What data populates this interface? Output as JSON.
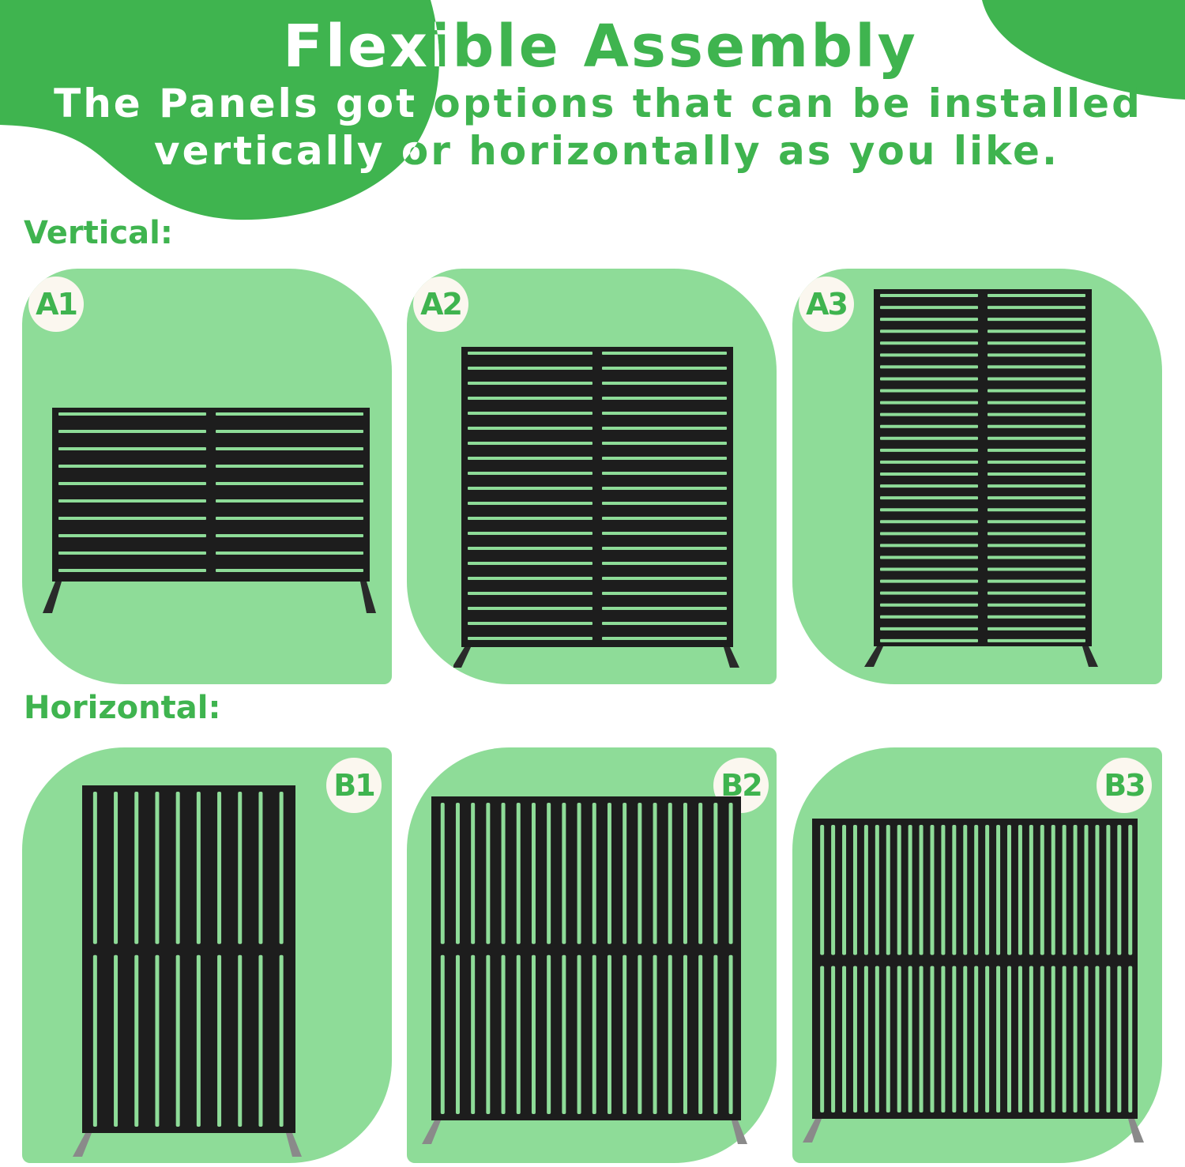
{
  "header": {
    "title_white": "Fle",
    "title_green": "xible Assembly",
    "title": "Flexible Assembly",
    "subtitle_line1_white": "The Panels got",
    "subtitle_line1_green": " options that can be installed",
    "subtitle_line2_white": "vertically",
    "subtitle_line2_green": " or horizontally as you like.",
    "subtitle": "The Panels got options that can be installed vertically or horizontally as you like."
  },
  "colors": {
    "brand_green": "#3fb44f",
    "card_green": "#8edc98",
    "panel_black": "#1d1d1d",
    "badge_bg": "#fbf7ef",
    "background": "#ffffff"
  },
  "sections": [
    {
      "label": "Vertical:",
      "orientation": "horizontal-slats",
      "options": [
        {
          "id": "A1",
          "badge": "A1",
          "slat_rows": 10,
          "stacked_panels": 1
        },
        {
          "id": "A2",
          "badge": "A2",
          "slat_rows": 20,
          "stacked_panels": 2
        },
        {
          "id": "A3",
          "badge": "A3",
          "slat_rows": 30,
          "stacked_panels": 3
        }
      ]
    },
    {
      "label": "Horizontal:",
      "orientation": "vertical-slats",
      "options": [
        {
          "id": "B1",
          "badge": "B1",
          "slat_cols": 10,
          "side_by_side_panels": 1
        },
        {
          "id": "B2",
          "badge": "B2",
          "slat_cols": 20,
          "side_by_side_panels": 2
        },
        {
          "id": "B3",
          "badge": "B3",
          "slat_cols": 29,
          "side_by_side_panels": 3
        }
      ]
    }
  ]
}
